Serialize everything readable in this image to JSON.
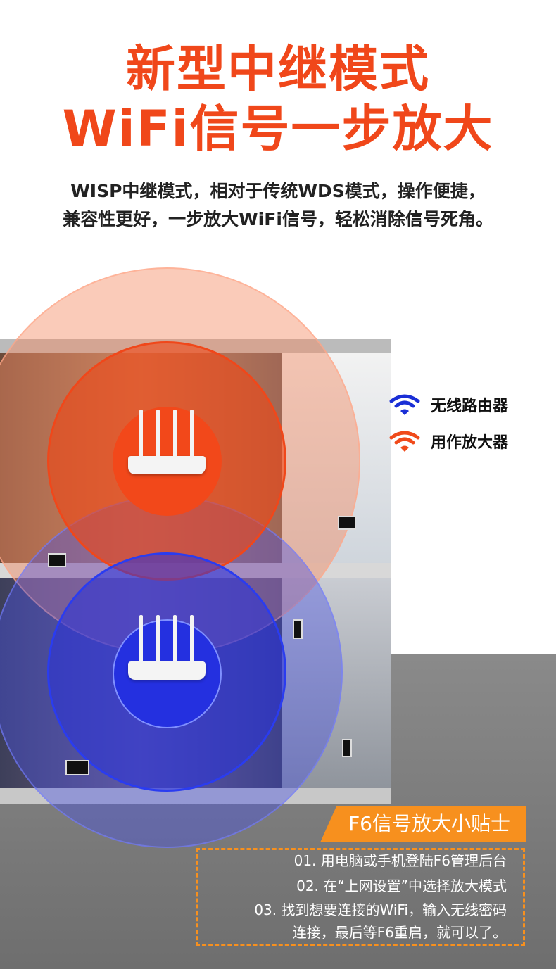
{
  "headline": {
    "line1": "新型中继模式",
    "line2": "WiFi信号一步放大"
  },
  "subtitle": {
    "line1": "WISP中继模式，相对于传统WDS模式，操作便捷，",
    "line2": "兼容性更好，一步放大WiFi信号，轻松消除信号死角。"
  },
  "legend": [
    {
      "icon": "wifi-icon",
      "color": "#1a2fd6",
      "label": "无线路由器"
    },
    {
      "icon": "wifi-icon",
      "color": "#f04a1a",
      "label": "用作放大器"
    }
  ],
  "tips": {
    "title": "F6信号放大小贴士",
    "items": [
      "01. 用电脑或手机登陆F6管理后台",
      "02. 在“上网设置”中选择放大模式",
      "03. 找到想要连接的WiFi，输入无线密码",
      "连接，最后等F6重启，就可以了。"
    ]
  },
  "colors": {
    "accent": "#f04a1a",
    "tips": "#f7901e",
    "blue": "#1a2fd6"
  }
}
